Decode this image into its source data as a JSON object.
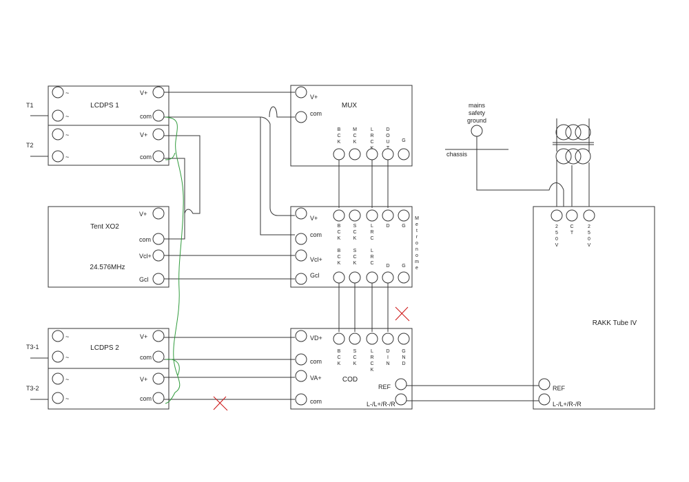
{
  "blocks": {
    "lcdps1": {
      "title": "LCDPS 1",
      "terms": [
        "~",
        "~",
        "~",
        "~"
      ],
      "out_labels": [
        "V+",
        "com",
        "V+",
        "com"
      ],
      "inputs": [
        "T1",
        "T2"
      ]
    },
    "lcdps2": {
      "title": "LCDPS 2",
      "terms": [
        "~",
        "~",
        "~",
        "~"
      ],
      "out_labels": [
        "V+",
        "com",
        "V+",
        "com"
      ],
      "inputs": [
        "T3-1",
        "T3-2"
      ]
    },
    "tent": {
      "title": "Tent XO2",
      "freq": "24.576MHz",
      "labels": [
        "V+",
        "com",
        "Vcl+",
        "Gcl"
      ]
    },
    "mux": {
      "title": "MUX",
      "labels": [
        "V+",
        "com"
      ],
      "pins": [
        "BCK",
        "MCK",
        "LRCK",
        "DOUT",
        "G"
      ]
    },
    "metronome": {
      "title": "Metronome",
      "labels": [
        "V+",
        "com",
        "Vcl+",
        "Gcl"
      ],
      "pins_top": [
        "BCK",
        "SCK",
        "LRC",
        "D",
        "G"
      ],
      "pins_bottom": [
        "BCK",
        "SCK",
        "LRC",
        "D",
        "G"
      ]
    },
    "cod": {
      "title": "COD",
      "labels": [
        "VD+",
        "com",
        "VA+",
        "com"
      ],
      "pins": [
        "BCK",
        "SCK",
        "LRCK",
        "DIN",
        "GND"
      ],
      "ref": "REF",
      "audio": "L-/L+/R-/R"
    },
    "rakk": {
      "title": "RAKK Tube IV",
      "pins": [
        "250V",
        "CT",
        "250V"
      ],
      "ref": "REF",
      "audio": "L-/L+/R-/R"
    },
    "ground": {
      "label": [
        "mains",
        "safety",
        "ground"
      ],
      "chassis": "chassis"
    }
  },
  "colors": {
    "line": "#333333",
    "green_wire": "#2e9a3a",
    "red_mark": "#cc1111"
  },
  "icons": {
    "terminal": "circle-terminal-icon",
    "transformer": "transformer-coil-icon",
    "cross": "red-cross-mark-icon"
  }
}
